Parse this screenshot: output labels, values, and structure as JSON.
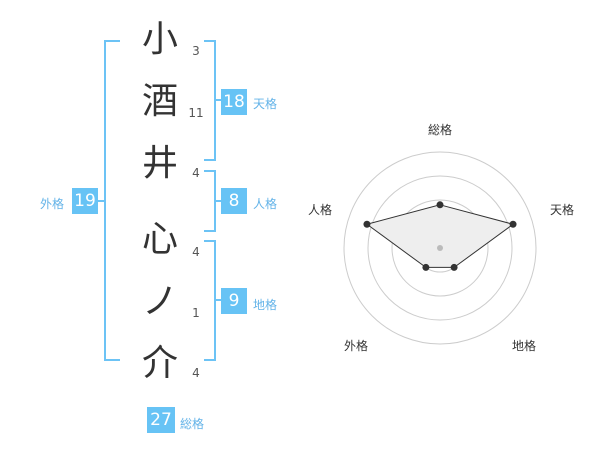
{
  "name": {
    "characters": [
      {
        "char": "小",
        "strokes": "3"
      },
      {
        "char": "酒",
        "strokes": "11"
      },
      {
        "char": "井",
        "strokes": "4"
      },
      {
        "char": "心",
        "strokes": "4"
      },
      {
        "char": "ノ",
        "strokes": "1"
      },
      {
        "char": "介",
        "strokes": "4"
      }
    ]
  },
  "fortune": {
    "tenkaku": {
      "label": "天格",
      "value": "18"
    },
    "jinkaku": {
      "label": "人格",
      "value": "8"
    },
    "chikaku": {
      "label": "地格",
      "value": "9"
    },
    "gaikaku": {
      "label": "外格",
      "value": "19"
    },
    "soukaku": {
      "label": "総格",
      "value": "27"
    }
  },
  "chart_data": {
    "type": "radar",
    "axes": [
      "総格",
      "天格",
      "地格",
      "外格",
      "人格"
    ],
    "values": [
      0.45,
      0.8,
      0.25,
      0.25,
      0.8
    ],
    "rings": 4
  },
  "colors": {
    "accent": "#67c3f5",
    "radar_fill": "#eeeeee",
    "radar_line": "#333333"
  }
}
